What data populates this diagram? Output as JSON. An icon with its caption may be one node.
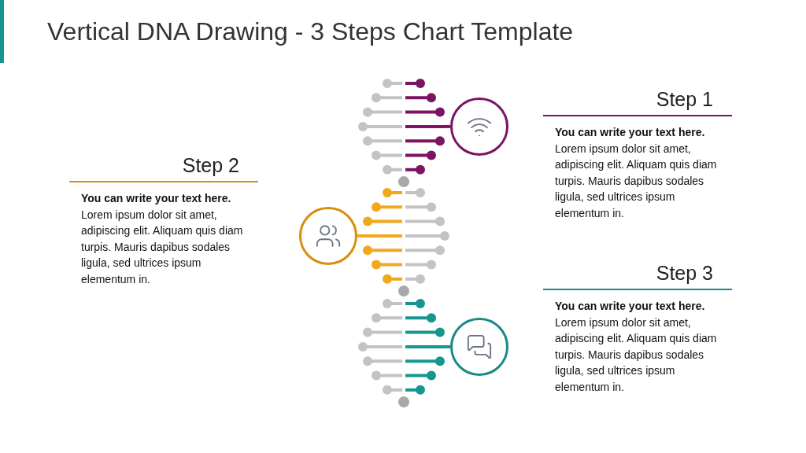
{
  "diagram": {
    "title": "Vertical DNA Drawing - 3 Steps Chart Template",
    "nodes": [
      {
        "text": [
          "Step 1",
          "You can write your text here.",
          "Lorem ipsum dolor sit amet, adipiscing elit. Aliquam quis diam turpis. Mauris dapibus sodales ligula, sed ultrices ipsum elementum in."
        ]
      },
      {
        "text": [
          "Step 2",
          "You can write your text here.",
          "Lorem ipsum dolor sit amet, adipiscing elit. Aliquam quis diam turpis. Mauris dapibus sodales ligula, sed ultrices ipsum elementum in."
        ]
      },
      {
        "text": [
          "Step 3",
          "You can write your text here.",
          "Lorem ipsum dolor sit amet, adipiscing elit. Aliquam quis diam turpis. Mauris dapibus sodales ligula, sed ultrices ipsum elementum in."
        ]
      }
    ]
  }
}
